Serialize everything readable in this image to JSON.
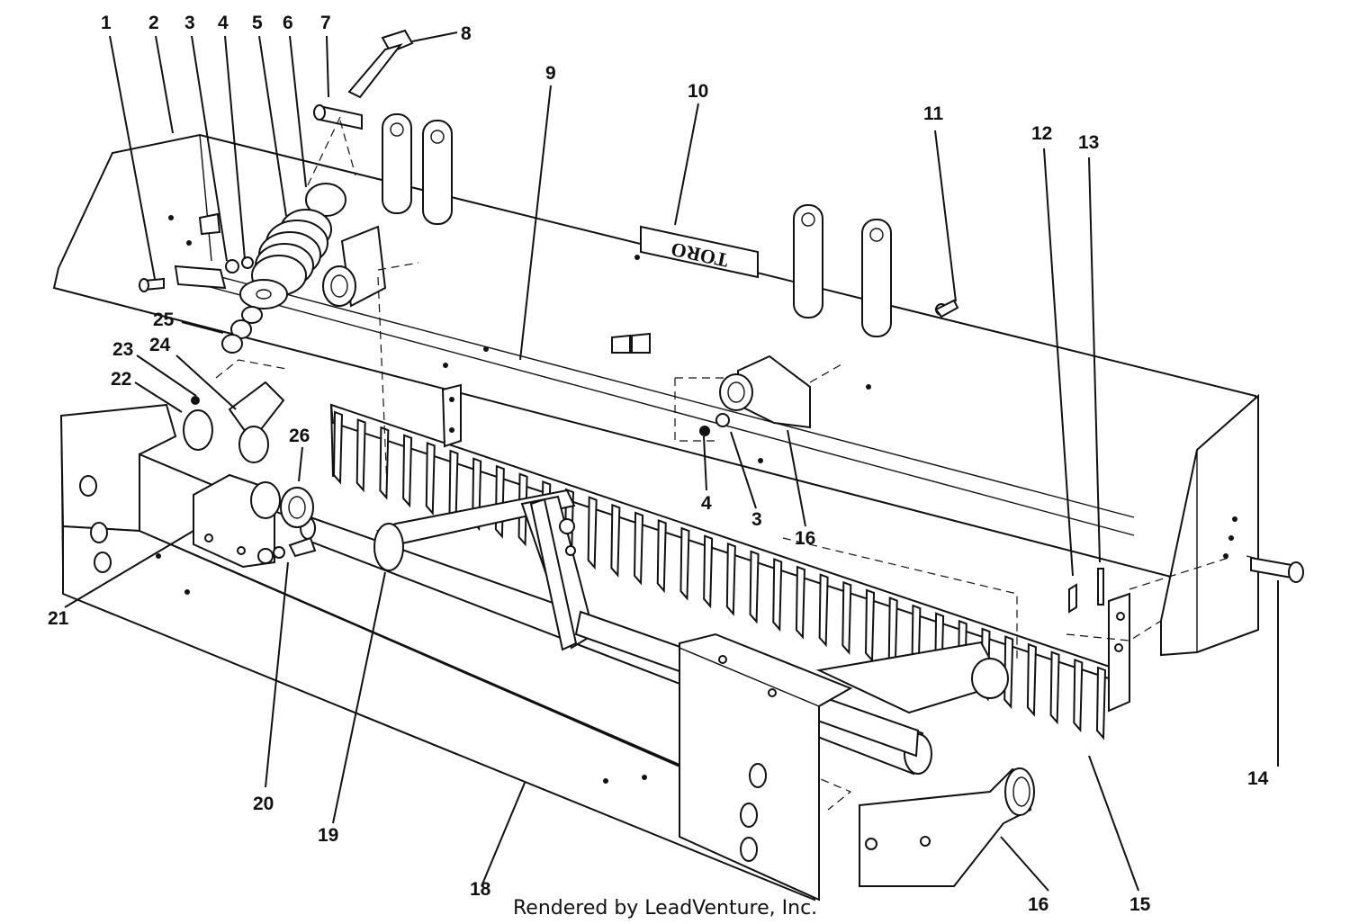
{
  "diagram": {
    "callouts": [
      {
        "id": "c1",
        "text": "1"
      },
      {
        "id": "c2",
        "text": "2"
      },
      {
        "id": "c3a",
        "text": "3"
      },
      {
        "id": "c4a",
        "text": "4"
      },
      {
        "id": "c5",
        "text": "5"
      },
      {
        "id": "c6",
        "text": "6"
      },
      {
        "id": "c7",
        "text": "7"
      },
      {
        "id": "c8",
        "text": "8"
      },
      {
        "id": "c9",
        "text": "9"
      },
      {
        "id": "c10",
        "text": "10"
      },
      {
        "id": "c11",
        "text": "11"
      },
      {
        "id": "c12",
        "text": "12"
      },
      {
        "id": "c13",
        "text": "13"
      },
      {
        "id": "c14",
        "text": "14"
      },
      {
        "id": "c15",
        "text": "15"
      },
      {
        "id": "c16a",
        "text": "16"
      },
      {
        "id": "c16b",
        "text": "16"
      },
      {
        "id": "c3b",
        "text": "3"
      },
      {
        "id": "c4b",
        "text": "4"
      },
      {
        "id": "c18",
        "text": "18"
      },
      {
        "id": "c19",
        "text": "19"
      },
      {
        "id": "c20",
        "text": "20"
      },
      {
        "id": "c21",
        "text": "21"
      },
      {
        "id": "c22",
        "text": "22"
      },
      {
        "id": "c23",
        "text": "23"
      },
      {
        "id": "c24",
        "text": "24"
      },
      {
        "id": "c25",
        "text": "25"
      },
      {
        "id": "c26",
        "text": "26"
      }
    ],
    "decal_text": "TORO",
    "credit": "Rendered by LeadVenture, Inc."
  }
}
